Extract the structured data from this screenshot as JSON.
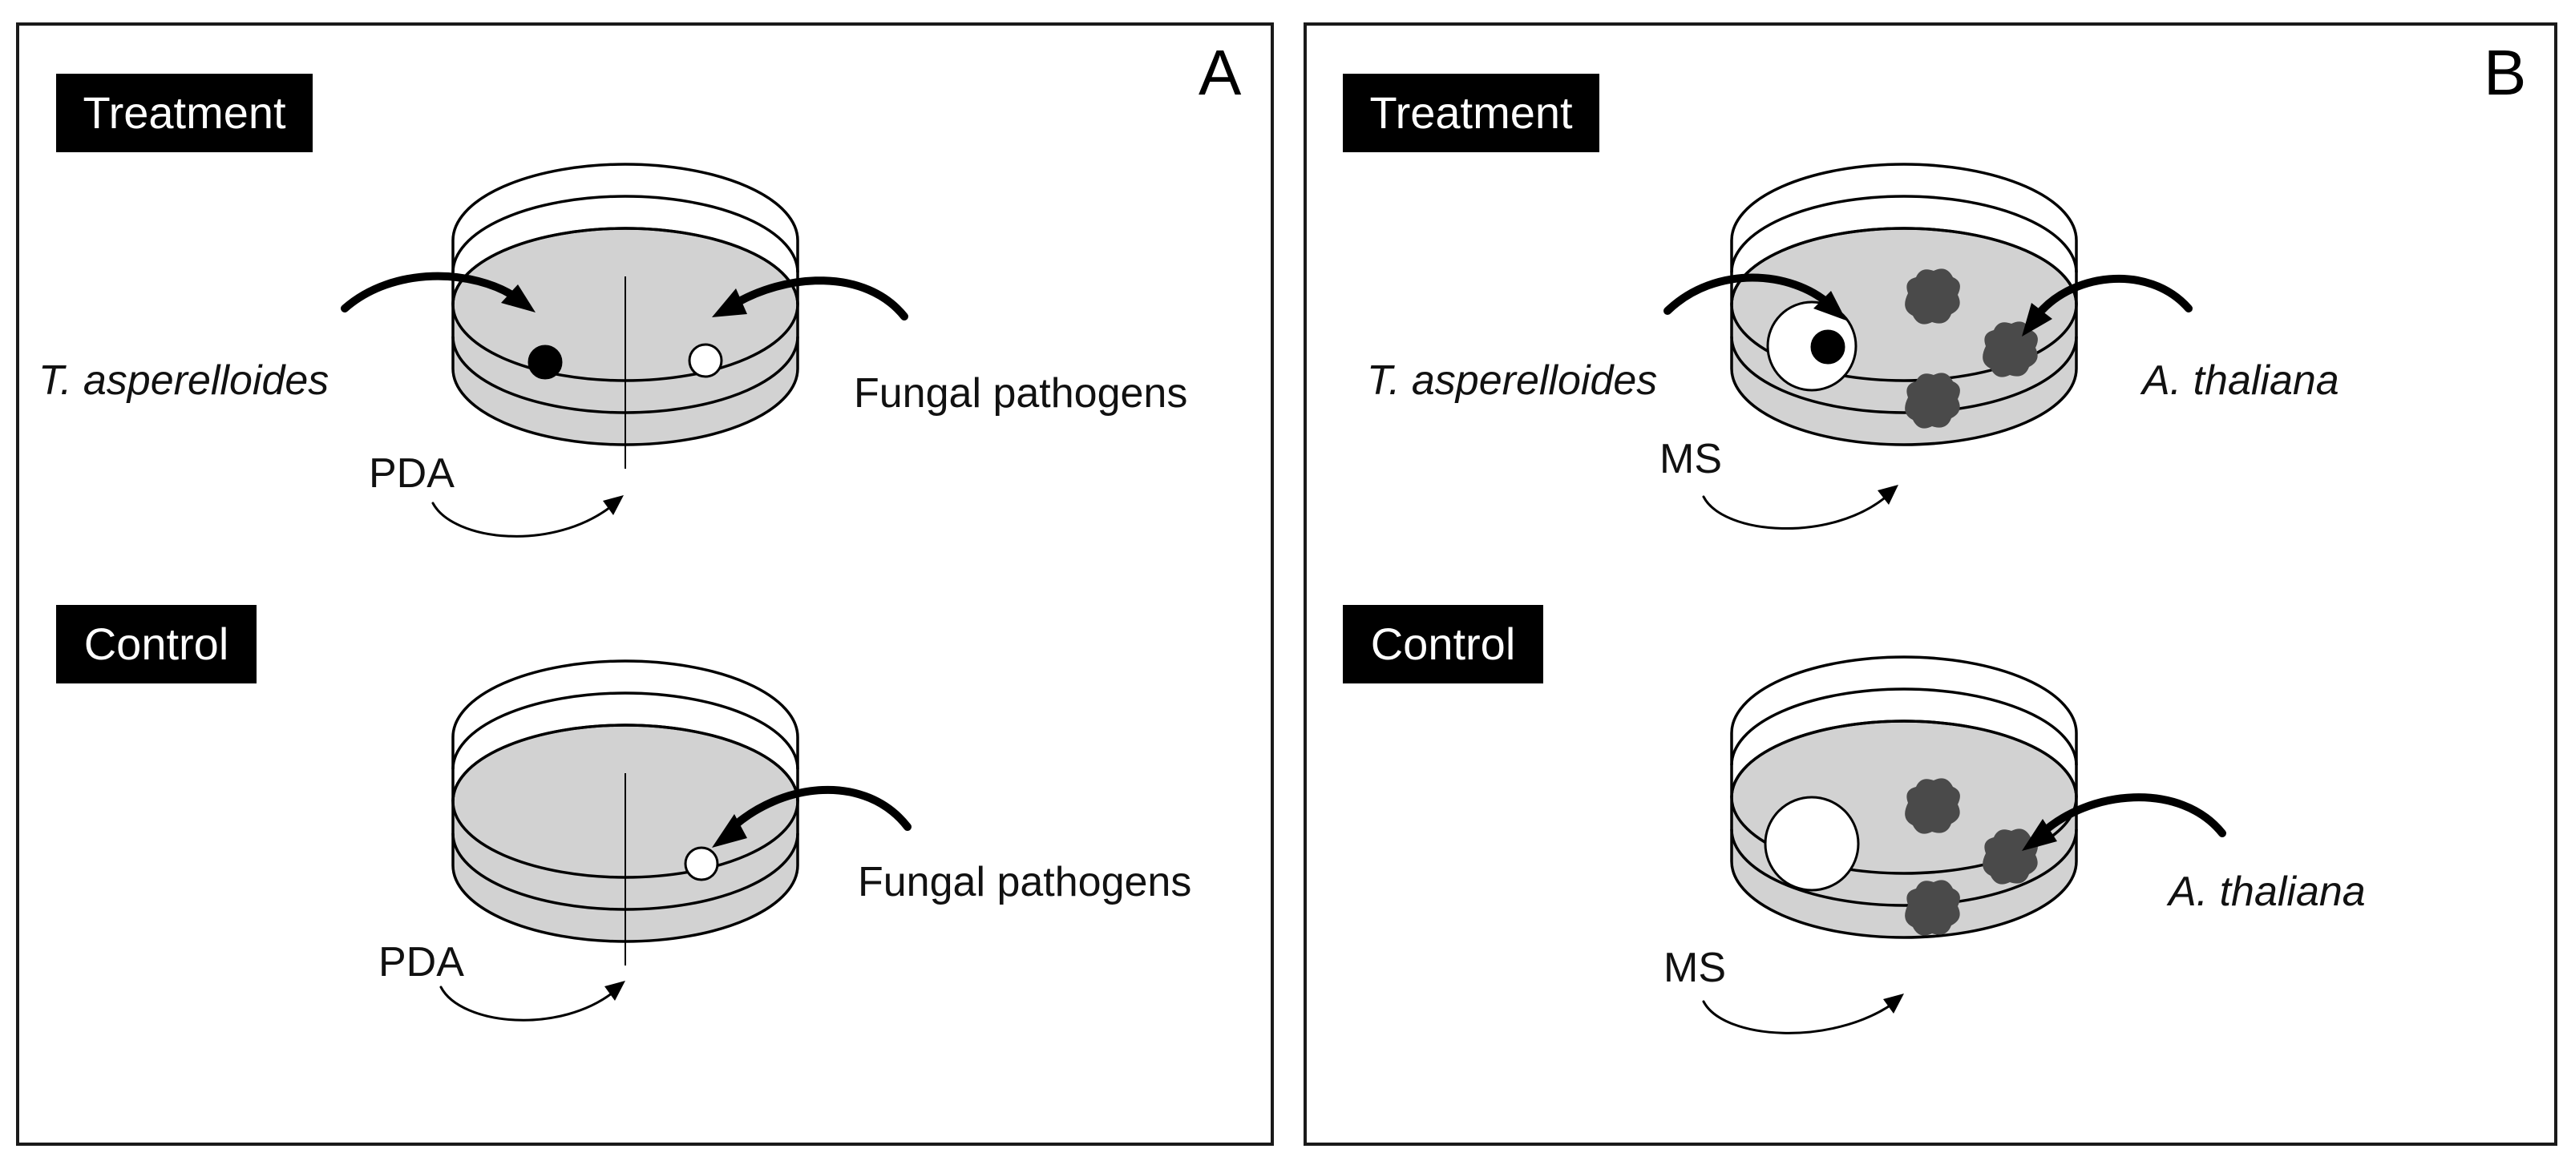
{
  "panels": {
    "A": {
      "letter": "A",
      "treatment": {
        "tag": "Treatment",
        "left_label": "T. asperelloides",
        "right_label": "Fungal pathogens",
        "medium": "PDA"
      },
      "control": {
        "tag": "Control",
        "right_label": "Fungal pathogens",
        "medium": "PDA"
      }
    },
    "B": {
      "letter": "B",
      "treatment": {
        "tag": "Treatment",
        "left_label": "T. asperelloides",
        "right_label": "A. thaliana",
        "medium": "MS"
      },
      "control": {
        "tag": "Control",
        "right_label": "A. thaliana",
        "medium": "MS"
      }
    }
  },
  "colors": {
    "agar": "#d2d2d2",
    "plant": "#4a4a4a",
    "tag_background": "#000000"
  },
  "icons": [
    "petri-dish-icon",
    "arrow-icon",
    "fungal-plug-icon",
    "seedling-icon"
  ]
}
